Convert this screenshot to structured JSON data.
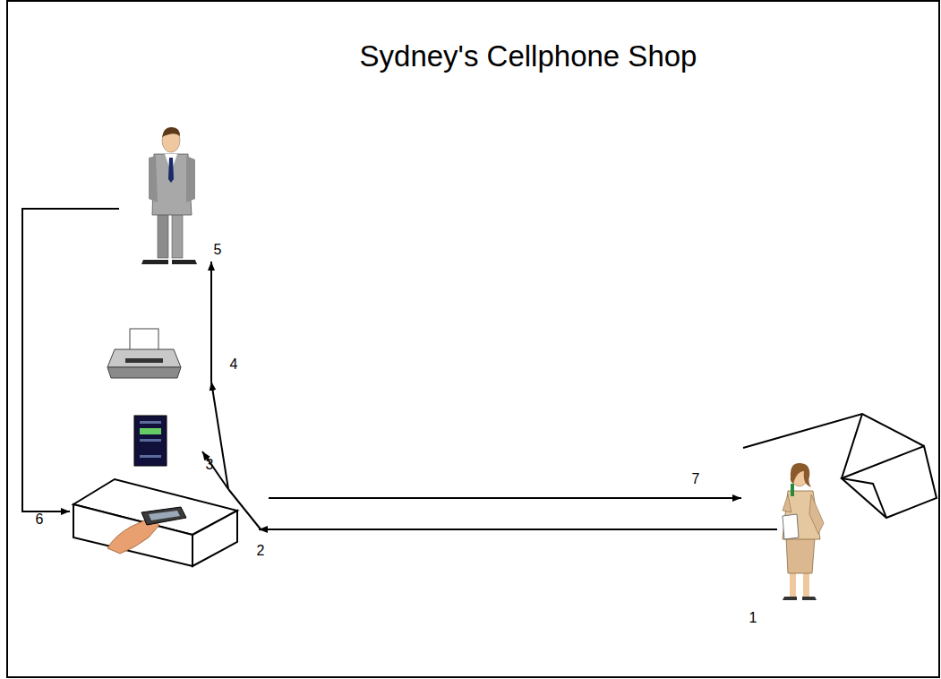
{
  "diagram": {
    "title": "Sydney's Cellphone Shop",
    "labels": [
      "5",
      "4",
      "3",
      "2",
      "7",
      "6",
      "1"
    ]
  }
}
